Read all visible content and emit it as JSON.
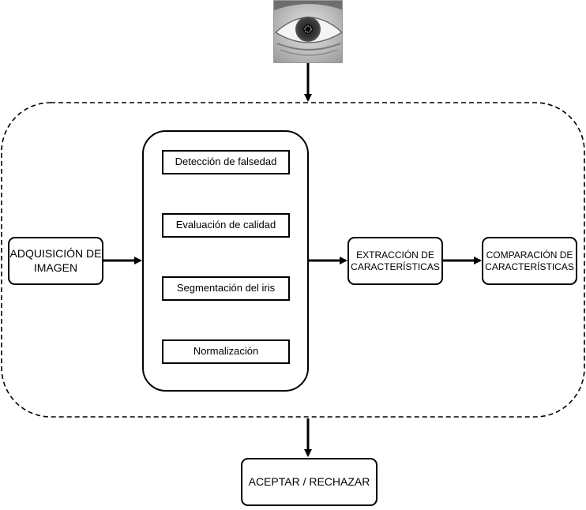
{
  "nodes": {
    "acquisition": "ADQUISICIÓN DE\nIMAGEN",
    "spoof_detection": "Detección de falsedad",
    "quality": "Evaluación de calidad",
    "segmentation": "Segmentación del iris",
    "normalization": "Normalización",
    "extraction": "EXTRACCIÓN DE\nCARACTERÍSTICAS",
    "comparison": "COMPARACIÓN DE\nCARACTERÍSTICAS",
    "decision": "ACEPTAR / RECHAZAR"
  },
  "input_image": {
    "icon": "eye-photo-icon"
  }
}
